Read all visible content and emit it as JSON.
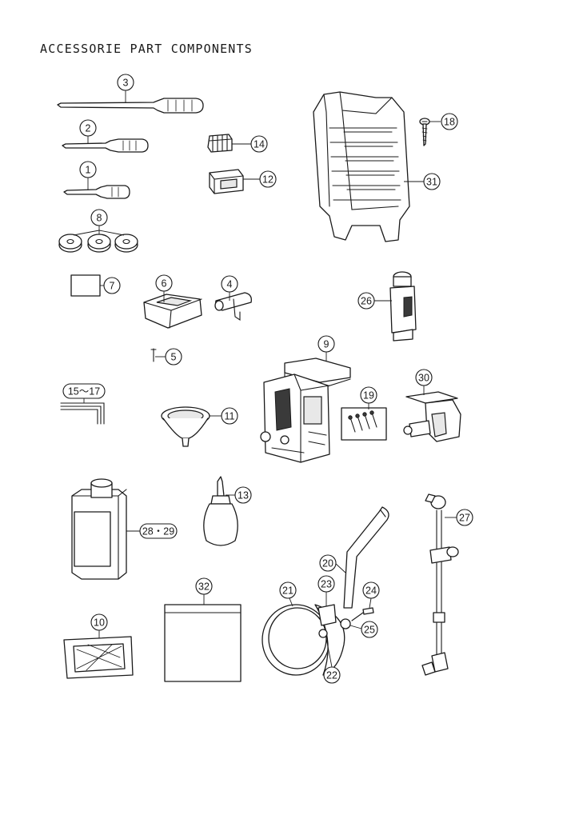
{
  "title": "ACCESSORIE PART COMPONENTS",
  "callouts": {
    "c1": "1",
    "c2": "2",
    "c3": "3",
    "c4": "4",
    "c5": "5",
    "c6": "6",
    "c7": "7",
    "c8": "8",
    "c9": "9",
    "c10": "10",
    "c11": "11",
    "c12": "12",
    "c13": "13",
    "c14": "14",
    "c15": "15～17",
    "c18": "18",
    "c19": "19",
    "c20": "20",
    "c21": "21",
    "c22": "22",
    "c23": "23",
    "c24": "24",
    "c25": "25",
    "c26": "26",
    "c27": "27",
    "c28": "28・29",
    "c30": "30",
    "c31": "31",
    "c32": "32"
  }
}
